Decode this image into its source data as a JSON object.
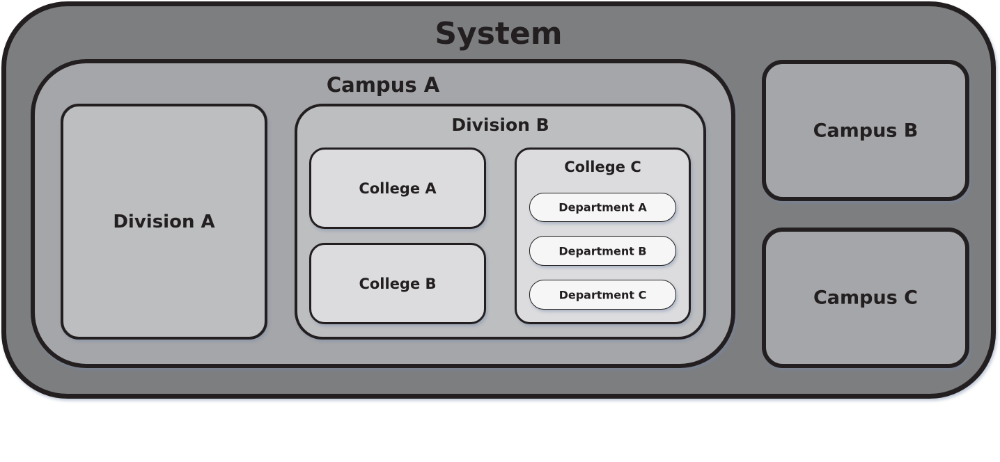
{
  "system": {
    "label": "System"
  },
  "campus_a": {
    "label": "Campus A",
    "division_a": {
      "label": "Division A"
    },
    "division_b": {
      "label": "Division B",
      "college_a": {
        "label": "College A"
      },
      "college_b": {
        "label": "College B"
      },
      "college_c": {
        "label": "College C",
        "departments": [
          "Department A",
          "Department B",
          "Department C"
        ]
      }
    }
  },
  "campus_b": {
    "label": "Campus B"
  },
  "campus_c": {
    "label": "Campus C"
  },
  "colors": {
    "system": "#7d7e80",
    "campus": "#a5a6a9",
    "division": "#bdbec0",
    "college": "#dcdcde",
    "department": "#f6f6f6",
    "border": "#231f20"
  }
}
